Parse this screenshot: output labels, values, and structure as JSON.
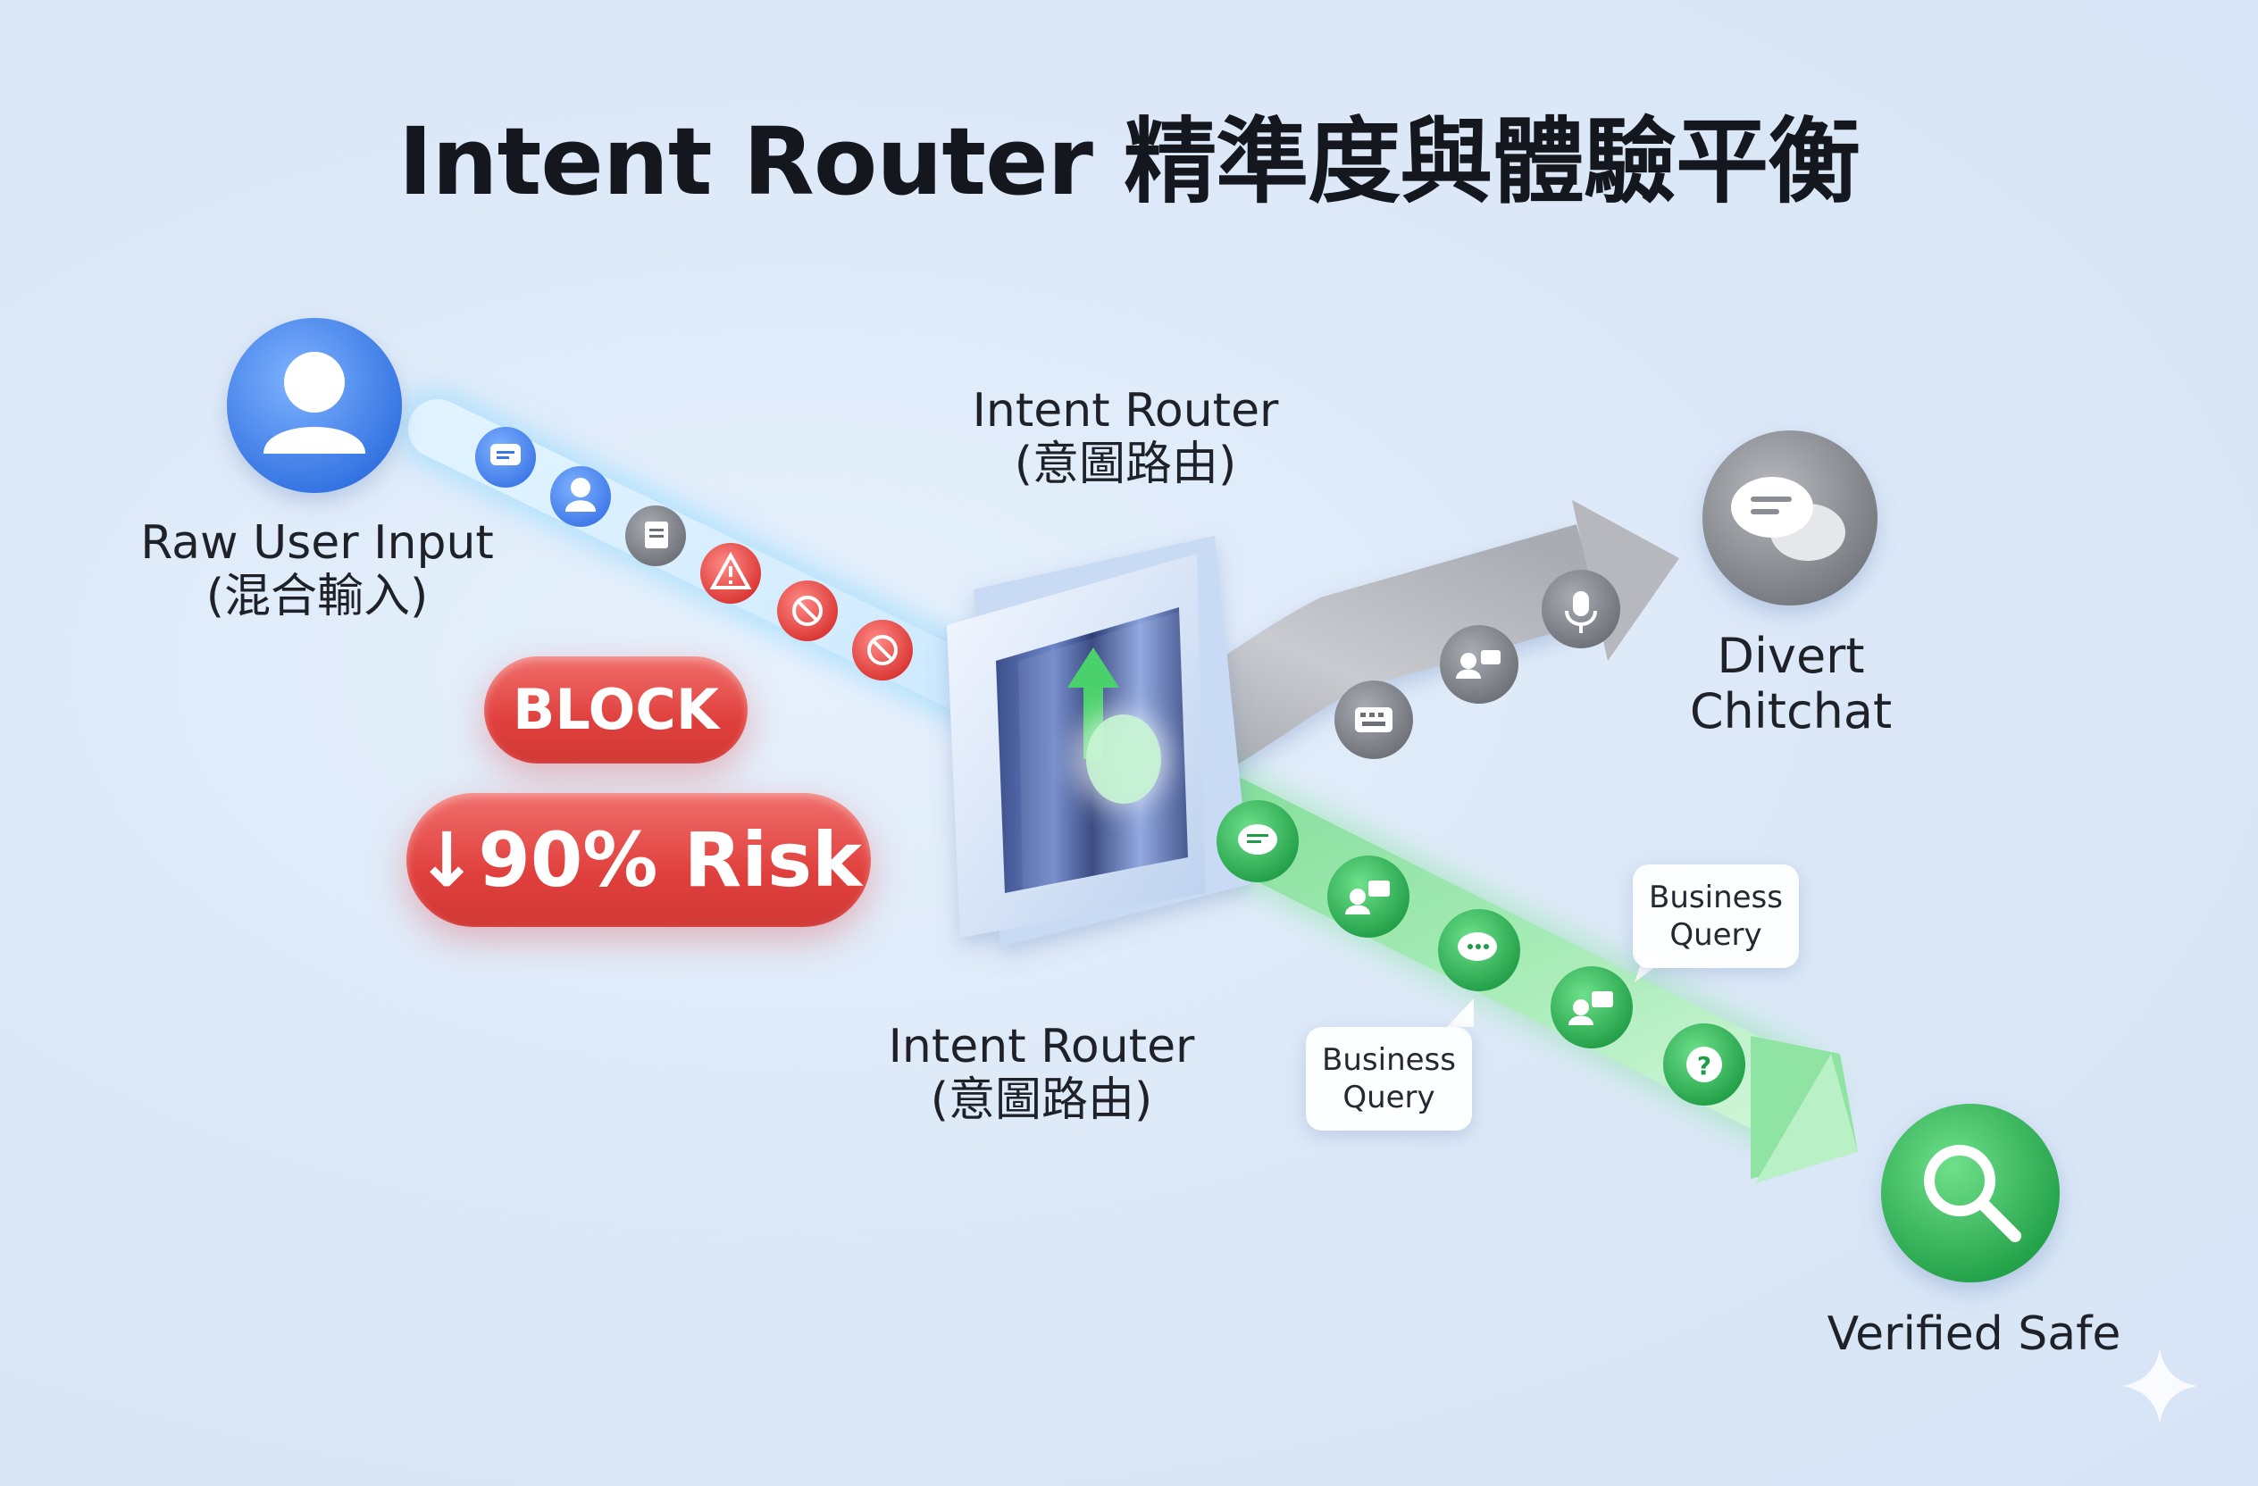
{
  "title": "Intent Router 精準度與體驗平衡",
  "nodes": {
    "input": {
      "label_line1": "Raw User Input",
      "label_line2": "(混合輸入)",
      "icon": "user-icon"
    },
    "router_top": {
      "label_line1": "Intent Router",
      "label_line2": "(意圖路由)"
    },
    "router_bottom": {
      "label_line1": "Intent Router",
      "label_line2": "(意圖路由)"
    },
    "divert": {
      "label_line1": "Divert",
      "label_line2": "Chitchat",
      "icon": "chat-bubbles-icon"
    },
    "safe": {
      "label": "Verified Safe",
      "icon": "search-icon"
    }
  },
  "badges": {
    "block": "BLOCK",
    "risk": "↓90% Risk"
  },
  "tags": {
    "business_query_1": "Business\nQuery",
    "business_query_1_line1": "Business",
    "business_query_1_line2": "Query",
    "business_query_2_line1": "Business",
    "business_query_2_line2": "Query"
  },
  "colors": {
    "blue": "#3e82ee",
    "red": "#e0403d",
    "green": "#2fb85a",
    "gray": "#8a8d93",
    "background": "#dde9f8"
  },
  "flow_icons": {
    "input_stream": [
      "message-icon",
      "user-icon",
      "document-icon",
      "warning-icon",
      "forbidden-icon",
      "forbidden-icon"
    ],
    "chitchat_stream": [
      "keyboard-icon",
      "people-chat-icon",
      "microphone-icon"
    ],
    "business_stream": [
      "message-icon",
      "person-chat-icon",
      "speech-icon",
      "person-chat-icon",
      "question-icon"
    ]
  }
}
